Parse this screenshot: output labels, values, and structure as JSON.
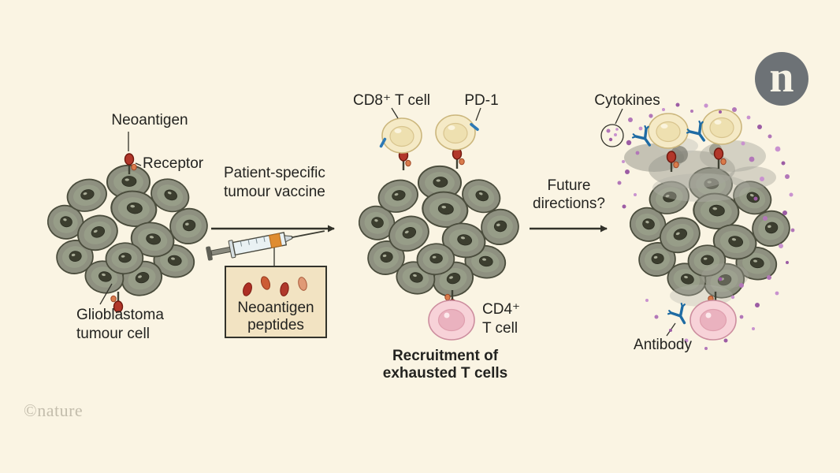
{
  "colors": {
    "background": "#faf4e3",
    "tumour_cell": "#8e9080",
    "cd8_cell": "#f5eac6",
    "cd4_cell": "#f7d2d8",
    "receptor_red": "#b2372a",
    "antibody_blue": "#1e6ba3",
    "cytokine_purple": "#b277b8",
    "logo_gray": "#6d7276"
  },
  "logo": {
    "letter": "n"
  },
  "credit": "©nature",
  "panel_left": {
    "label_neoantigen": "Neoantigen",
    "label_receptor": "Receptor",
    "label_cell_line1": "Glioblastoma",
    "label_cell_line2": "tumour cell"
  },
  "step_vaccine": {
    "label_line1": "Patient-specific",
    "label_line2": "tumour vaccine",
    "box_line1": "Neoantigen",
    "box_line2": "peptides"
  },
  "panel_middle": {
    "label_cd8": "CD8⁺ T cell",
    "label_pd1": "PD-1",
    "label_cd4_line1": "CD4⁺",
    "label_cd4_line2": "T cell",
    "caption_line1": "Recruitment of",
    "caption_line2": "exhausted T cells"
  },
  "step_future": {
    "label_line1": "Future",
    "label_line2": "directions?"
  },
  "panel_right": {
    "label_cytokines": "Cytokines",
    "label_antibody": "Antibody"
  }
}
